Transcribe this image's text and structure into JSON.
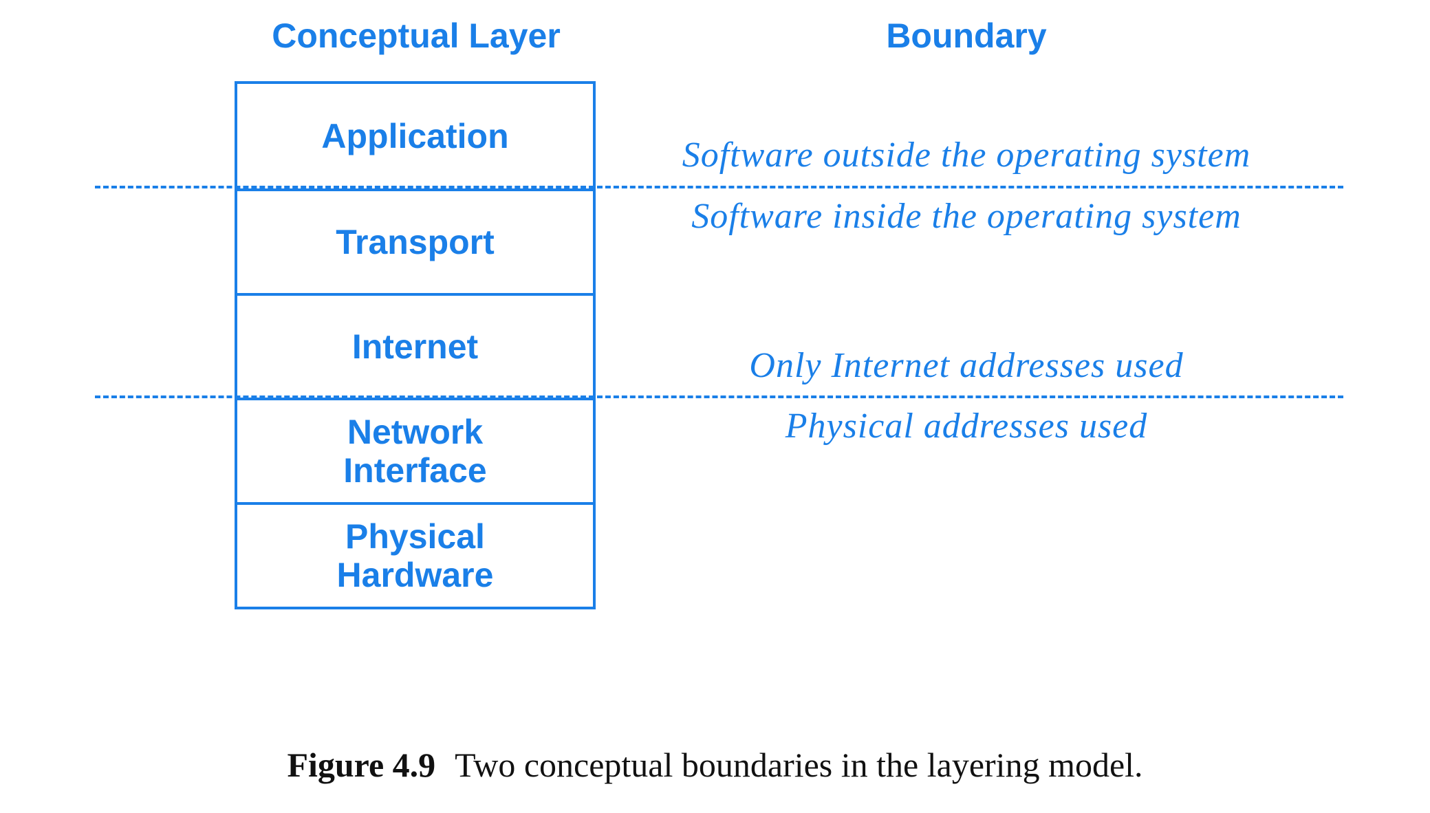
{
  "headings": {
    "layer": "Conceptual Layer",
    "boundary": "Boundary"
  },
  "layers": [
    "Application",
    "Transport",
    "Internet",
    "Network\nInterface",
    "Physical\nHardware"
  ],
  "boundaries": [
    {
      "above": "Software outside the operating system",
      "below": "Software inside the operating system"
    },
    {
      "above": "Only Internet addresses used",
      "below": "Physical addresses used"
    }
  ],
  "caption": {
    "label": "Figure 4.9",
    "text": "Two conceptual boundaries in the layering model."
  },
  "colors": {
    "accent": "#1a7fe8",
    "caption": "#111111"
  }
}
